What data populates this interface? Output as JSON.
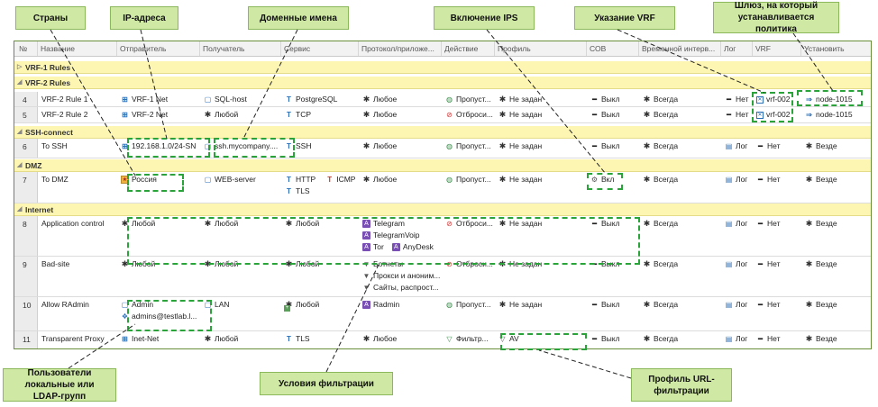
{
  "callouts": {
    "countries": "Страны",
    "ip": "IP-адреса",
    "domains": "Доменные имена",
    "ips": "Включение IPS",
    "vrf": "Указание VRF",
    "gateway": "Шлюз, на который устанавливается политика",
    "users": "Пользователи локальные или LDAP-групп",
    "conditions": "Условия фильтрации",
    "urlprofile": "Профиль URL-фильтрации"
  },
  "columns": [
    "№",
    "Название",
    "Отправитель",
    "Получатель",
    "Сервис",
    "Протокол/приложе...",
    "Действие",
    "Профиль",
    "СОВ",
    "Временной интерв...",
    "Лог",
    "VRF",
    "Установить"
  ],
  "groups": {
    "vrf1": "VRF-1 Rules",
    "vrf2": "VRF-2 Rules",
    "ssh": "SSH-connect",
    "dmz": "DMZ",
    "internet": "Internet"
  },
  "rows": [
    {
      "num": "4",
      "name": "VRF-2 Rule 1",
      "sender": [
        "VRF-1 Net"
      ],
      "receiver": [
        "SQL-host"
      ],
      "service": [
        "PostgreSQL"
      ],
      "protocol": [
        "Любое"
      ],
      "action": "Пропуст...",
      "profile": "Не задан",
      "ips": "Выкл",
      "time": "Всегда",
      "log": "Нет",
      "vrf": "vrf-002",
      "install": "node-1015"
    },
    {
      "num": "5",
      "name": "VRF-2 Rule 2",
      "sender": [
        "VRF-2 Net"
      ],
      "receiver": [
        "Любой"
      ],
      "service": [
        "TCP"
      ],
      "protocol": [
        "Любое"
      ],
      "action": "Отброси...",
      "profile": "Не задан",
      "ips": "Выкл",
      "time": "Всегда",
      "log": "Нет",
      "vrf": "vrf-002",
      "install": "node-1015"
    },
    {
      "num": "6",
      "name": "To SSH",
      "sender": [
        "192.168.1.0/24-SN"
      ],
      "receiver": [
        "ssh.mycompany...."
      ],
      "service": [
        "SSH"
      ],
      "protocol": [
        "Любое"
      ],
      "action": "Пропуст...",
      "profile": "Не задан",
      "ips": "Выкл",
      "time": "Всегда",
      "log": "Лог",
      "vrf": "Нет",
      "install": "Везде"
    },
    {
      "num": "7",
      "name": "To DMZ",
      "sender": [
        "Россия"
      ],
      "receiver": [
        "WEB-server"
      ],
      "service": [
        "HTTP",
        "ICMP",
        "TLS"
      ],
      "protocol": [
        "Любое"
      ],
      "action": "Пропуст...",
      "profile": "Не задан",
      "ips": "Вкл",
      "time": "Всегда",
      "log": "Лог",
      "vrf": "Нет",
      "install": "Везде"
    },
    {
      "num": "8",
      "name": "Application control",
      "sender": [
        "Любой"
      ],
      "receiver": [
        "Любой"
      ],
      "service": [
        "Любой"
      ],
      "protocol": [
        "Telegram",
        "TelegramVoip",
        "Tor",
        "AnyDesk"
      ],
      "action": "Отброси...",
      "profile": "Не задан",
      "ips": "Выкл",
      "time": "Всегда",
      "log": "Лог",
      "vrf": "Нет",
      "install": "Везде"
    },
    {
      "num": "9",
      "name": "Bad-site",
      "sender": [
        "Любой"
      ],
      "receiver": [
        "Любой"
      ],
      "service": [
        "Любой"
      ],
      "protocol": [
        "Ботнеты",
        "Прокси и аноним...",
        "Сайты, распрост..."
      ],
      "action": "Отброси...",
      "profile": "Не задан",
      "ips": "Выкл",
      "time": "Всегда",
      "log": "Лог",
      "vrf": "Нет",
      "install": "Везде"
    },
    {
      "num": "10",
      "name": "Allow RAdmin",
      "sender": [
        "Admin",
        "admins@testlab.l..."
      ],
      "receiver": [
        "LAN"
      ],
      "service": [
        "Любой"
      ],
      "protocol": [
        "Radmin"
      ],
      "action": "Пропуст...",
      "profile": "Не задан",
      "ips": "Выкл",
      "time": "Всегда",
      "log": "Лог",
      "vrf": "Нет",
      "install": "Везде"
    },
    {
      "num": "11",
      "name": "Transparent Proxy",
      "sender": [
        "Inet-Net"
      ],
      "receiver": [
        "Любой"
      ],
      "service": [
        "TLS"
      ],
      "protocol": [
        "Любое"
      ],
      "action": "Фильтр...",
      "profile": "AV",
      "ips": "Выкл",
      "time": "Всегда",
      "log": "Лог",
      "vrf": "Нет",
      "install": "Везде"
    }
  ],
  "icons": {
    "net": "network-icon",
    "host": "host-icon",
    "service": "service-icon",
    "any": "any-icon",
    "pass": "allow-icon",
    "drop": "drop-icon",
    "filter": "filter-icon",
    "app": "application-icon",
    "category": "url-category-icon",
    "flag": "country-flag-icon",
    "log": "log-icon",
    "vrf": "vrf-icon",
    "node": "gateway-node-icon",
    "user": "user-icon",
    "ldap": "ldap-group-icon",
    "gear": "ips-gear-icon",
    "off": "off-icon",
    "url": "url-profile-icon"
  },
  "colors": {
    "accent_green": "#2aa33a",
    "group_yellow": "#fdf6b3",
    "callout_bg": "#cfe9a4",
    "icon_blue": "#2c6fb5",
    "drop_red": "#d33"
  }
}
